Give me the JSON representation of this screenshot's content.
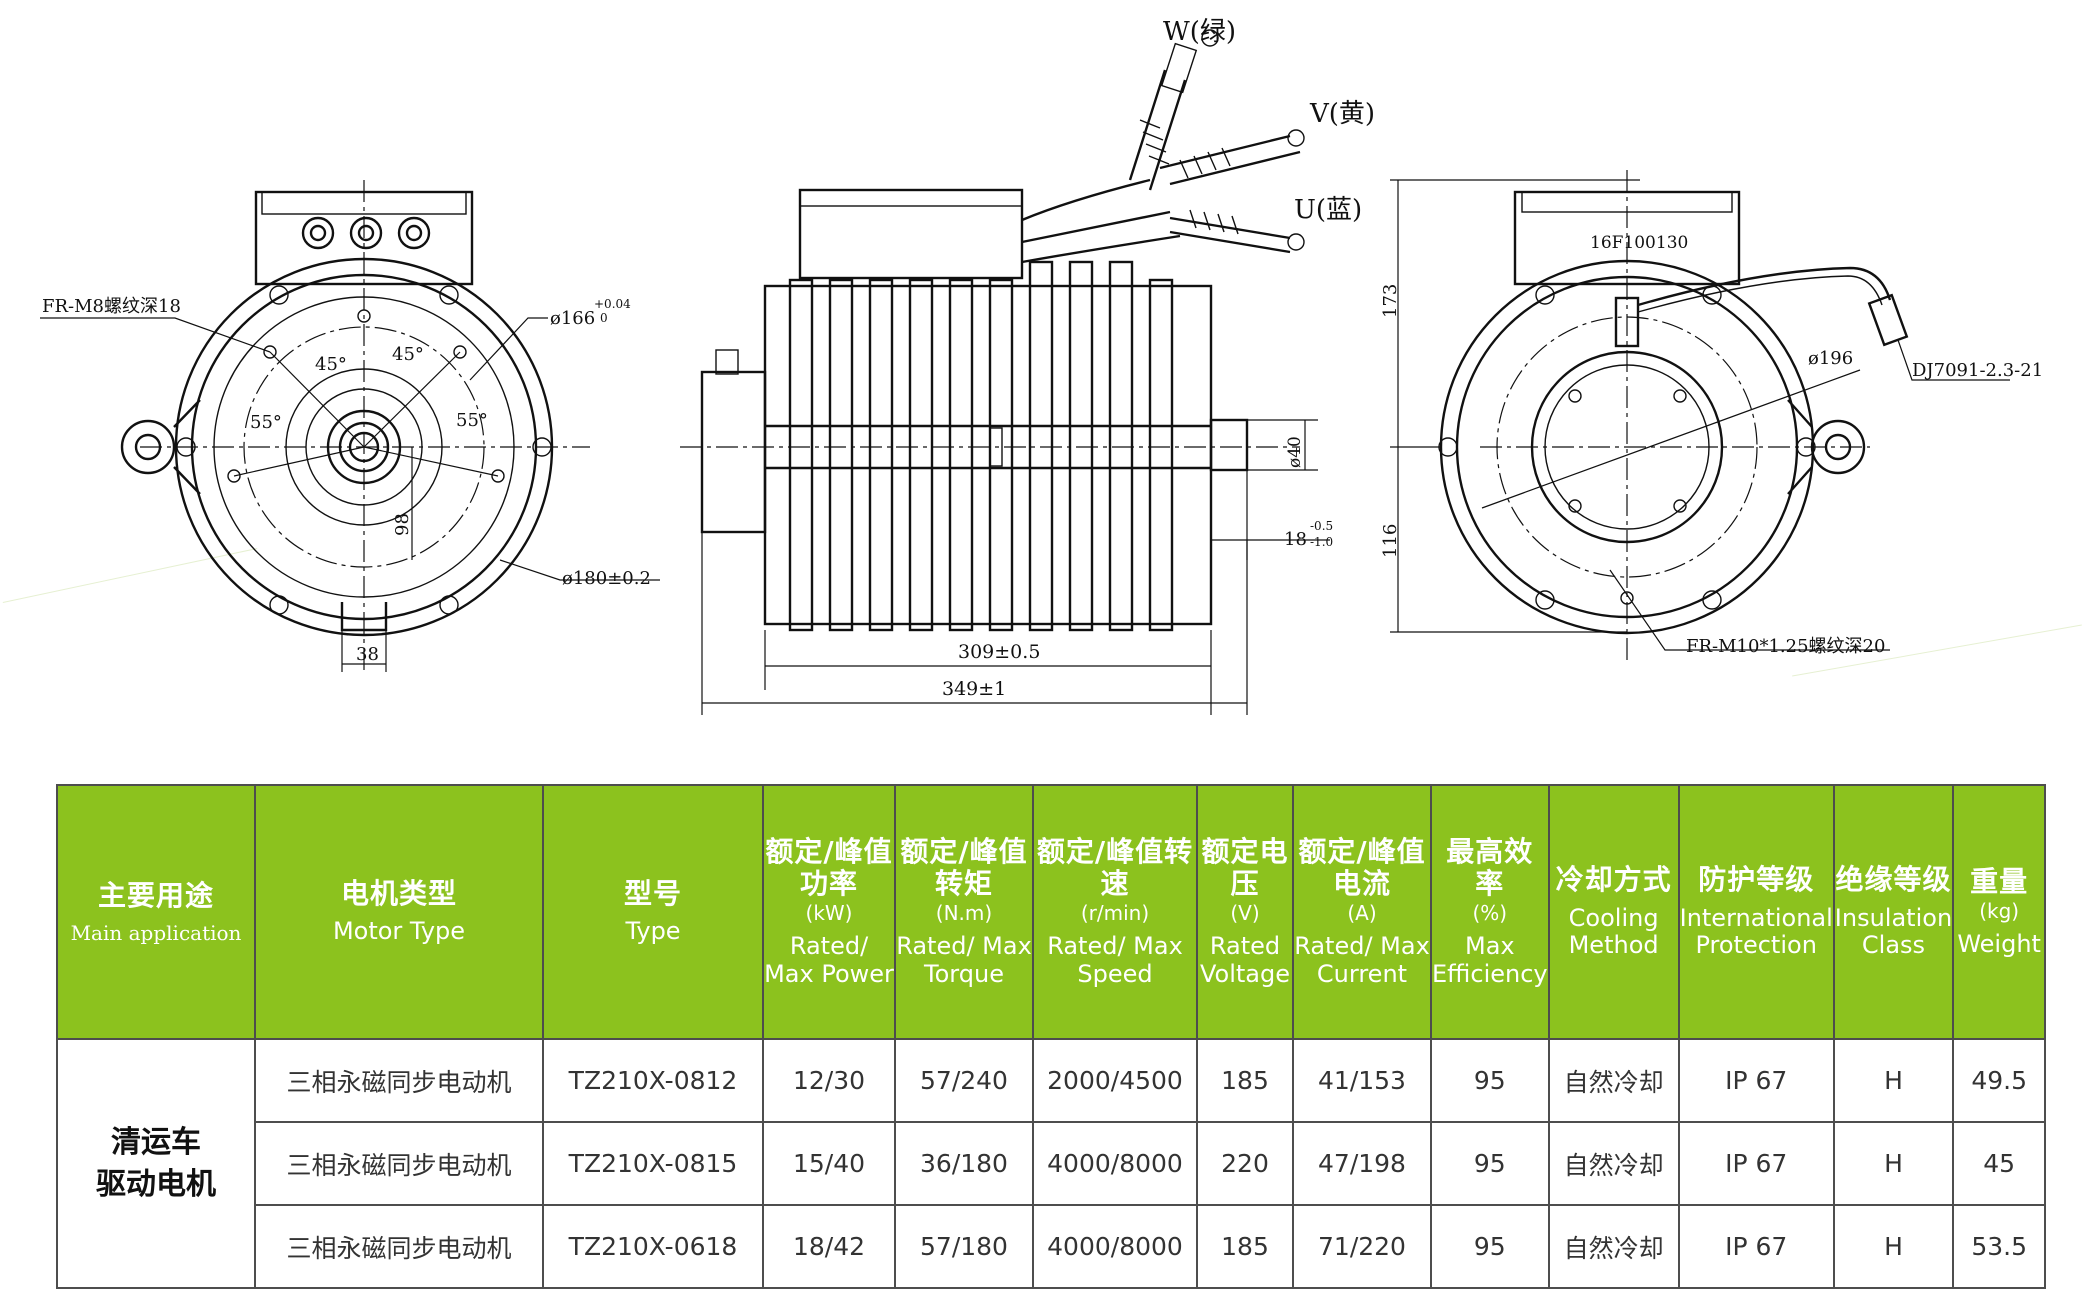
{
  "drawing": {
    "wire_w": "W(绿)",
    "wire_v": "V(黄)",
    "wire_u": "U(蓝)",
    "thread_front": "FR-M8螺纹深18",
    "dia_166": "ø166",
    "tol_166_upper": "+0.04",
    "tol_166_lower": "0",
    "angle_45_left": "45°",
    "angle_45_right": "45°",
    "angle_55_left": "55°",
    "angle_55_right": "55°",
    "dim_98": "98",
    "dia_180": "ø180±0.2",
    "dim_38": "38",
    "dim_309": "309±0.5",
    "dim_349": "349±1",
    "dia_40": "ø40",
    "dim_18": "18",
    "tol_18_upper": "-0.5",
    "tol_18_lower": "-1.0",
    "dim_173": "173",
    "dim_116": "116",
    "nameplate": "16F100130",
    "dia_196": "ø196",
    "connector": "DJ7091-2.3-21",
    "thread_rear": "FR-M10*1.25螺纹深20"
  },
  "table": {
    "headers": [
      {
        "cn": "主要用途",
        "unit": "",
        "en": "Main application"
      },
      {
        "cn": "电机类型",
        "unit": "",
        "en": "Motor Type"
      },
      {
        "cn": "型号",
        "unit": "",
        "en": "Type"
      },
      {
        "cn": "额定/峰值功率",
        "unit": "(kW)",
        "en": "Rated/ Max Power"
      },
      {
        "cn": "额定/峰值转矩",
        "unit": "(N.m)",
        "en": "Rated/ Max Torque"
      },
      {
        "cn": "额定/峰值转速",
        "unit": "(r/min)",
        "en": "Rated/ Max Speed"
      },
      {
        "cn": "额定电压",
        "unit": "(V)",
        "en": "Rated Voltage"
      },
      {
        "cn": "额定/峰值电流",
        "unit": "(A)",
        "en": "Rated/ Max Current"
      },
      {
        "cn": "最高效率",
        "unit": "(%)",
        "en": "Max Efficiency"
      },
      {
        "cn": "冷却方式",
        "unit": "",
        "en": "Cooling Method"
      },
      {
        "cn": "防护等级",
        "unit": "",
        "en": "International Protection"
      },
      {
        "cn": "绝缘等级",
        "unit": "",
        "en": "Insulation Class"
      },
      {
        "cn": "重量",
        "unit": "(kg)",
        "en": "Weight"
      }
    ],
    "application": "清运车驱动电机",
    "rows": [
      [
        "三相永磁同步电动机",
        "TZ210X-0812",
        "12/30",
        "57/240",
        "2000/4500",
        "185",
        "41/153",
        "95",
        "自然冷却",
        "IP 67",
        "H",
        "49.5"
      ],
      [
        "三相永磁同步电动机",
        "TZ210X-0815",
        "15/40",
        "36/180",
        "4000/8000",
        "220",
        "47/198",
        "95",
        "自然冷却",
        "IP 67",
        "H",
        "45"
      ],
      [
        "三相永磁同步电动机",
        "TZ210X-0618",
        "18/42",
        "57/180",
        "4000/8000",
        "185",
        "71/220",
        "95",
        "自然冷却",
        "IP 67",
        "H",
        "53.5"
      ]
    ]
  }
}
